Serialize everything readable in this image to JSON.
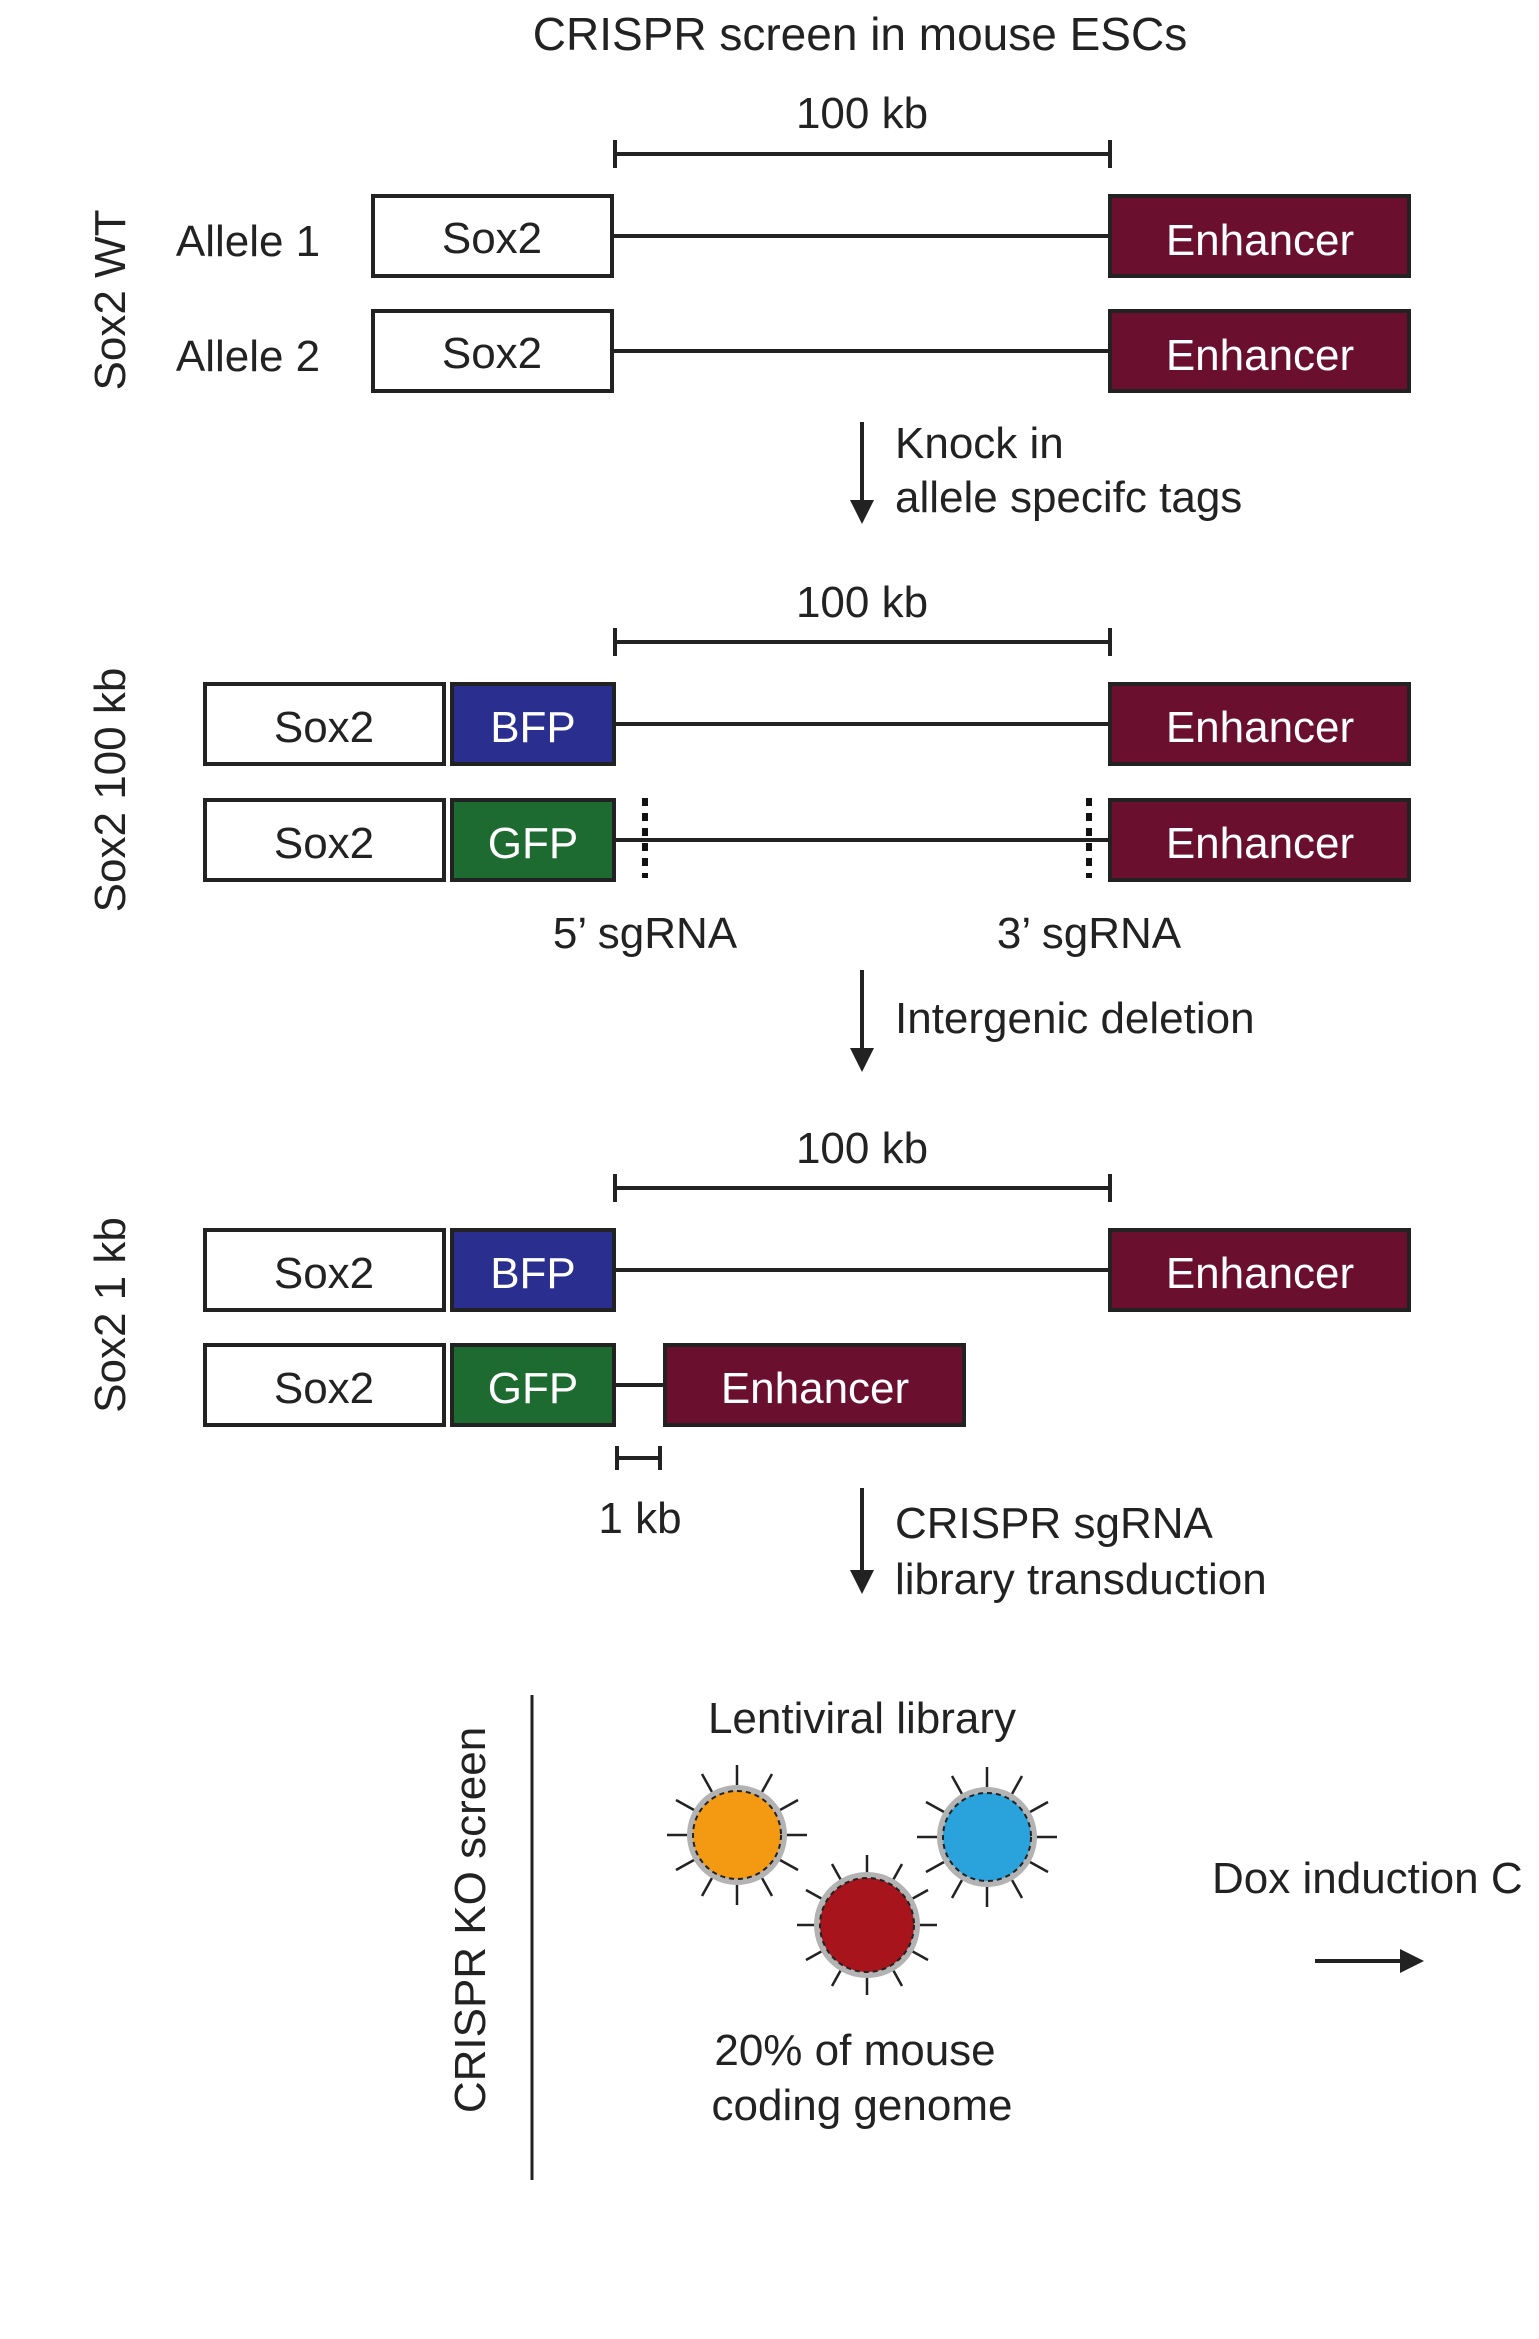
{
  "title": "CRISPR screen in mouse ESCs",
  "colors": {
    "enhancer": "#6b0f2e",
    "bfp": "#2a2e8e",
    "gfp": "#1d6b30",
    "lentivirus_orange": "#f39a12",
    "lentivirus_red": "#a8141b",
    "lentivirus_blue": "#2aa3dc",
    "line": "#222222"
  },
  "icons": [
    "down-arrow-icon",
    "right-arrow-icon",
    "lentivirus-particle-icon"
  ],
  "sections": {
    "wt": {
      "side_label": "Sox2 WT",
      "scale_label": "100 kb",
      "allele1_label": "Allele 1",
      "allele2_label": "Allele 2",
      "gene_label": "Sox2",
      "enhancer_label": "Enhancer"
    },
    "step1": {
      "line1": "Knock in",
      "line2": "allele specifc tags"
    },
    "kb100": {
      "side_label": "Sox2 100 kb",
      "scale_label": "100 kb",
      "gene_label": "Sox2",
      "bfp_label": "BFP",
      "gfp_label": "GFP",
      "enhancer_label": "Enhancer",
      "sgrna5_label": "5’ sgRNA",
      "sgrna3_label": "3’ sgRNA"
    },
    "step2": {
      "line1": "Intergenic deletion"
    },
    "kb1": {
      "side_label": "Sox2 1 kb",
      "scale_label": "100 kb",
      "gene_label": "Sox2",
      "bfp_label": "BFP",
      "gfp_label": "GFP",
      "enhancer_label": "Enhancer",
      "small_scale_label": "1 kb"
    },
    "step3": {
      "line1": "CRISPR sgRNA",
      "line2": "library transduction"
    },
    "screen": {
      "side_label": "CRISPR KO screen",
      "library_label": "Lentiviral library",
      "coverage_line1": "20% of mouse",
      "coverage_line2": "coding genome",
      "next_step_label": "Dox induction C"
    }
  }
}
